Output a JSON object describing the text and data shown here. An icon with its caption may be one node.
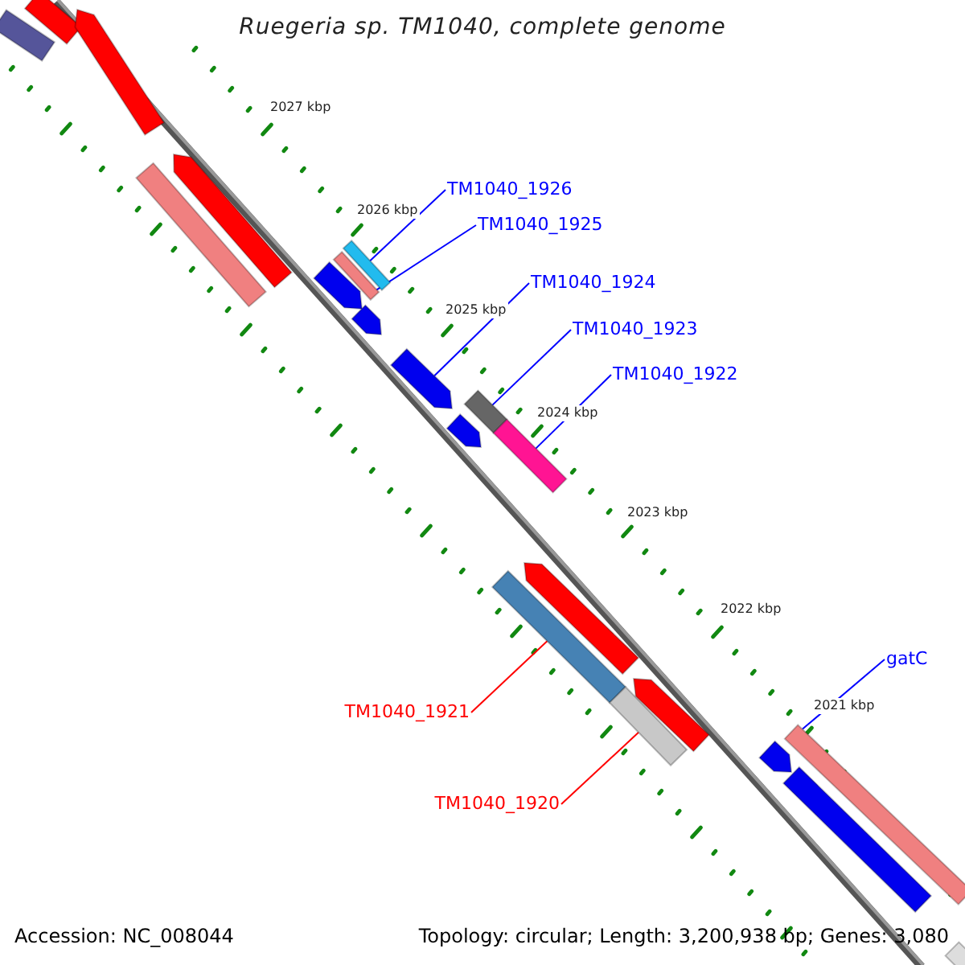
{
  "diagram": {
    "title": "Ruegeria sp. TM1040, complete genome",
    "nodes": [
      {
        "text": [
          "TM1040_1926"
        ]
      },
      {
        "text": [
          "TM1040_1925"
        ]
      },
      {
        "text": [
          "TM1040_1924"
        ]
      },
      {
        "text": [
          "TM1040_1923"
        ]
      },
      {
        "text": [
          "TM1040_1922"
        ]
      },
      {
        "text": [
          "gatC"
        ]
      },
      {
        "text": [
          "TM1040_1921"
        ]
      },
      {
        "text": [
          "TM1040_1920"
        ]
      },
      {
        "text": [],
        "shape": "bar"
      },
      {
        "text": [],
        "shape": "bar"
      },
      {
        "text": [],
        "shape": "bar"
      },
      {
        "text": [],
        "shape": "bar"
      },
      {
        "text": [],
        "shape": "bar"
      },
      {
        "text": [],
        "shape": "bar"
      },
      {
        "text": [],
        "shape": "bar"
      },
      {
        "text": [],
        "shape": "bar"
      },
      {
        "text": [],
        "shape": "bar"
      },
      {
        "text": [],
        "shape": "bar"
      },
      {
        "text": [],
        "shape": "bar"
      },
      {
        "text": [],
        "shape": "bar"
      },
      {
        "text": [],
        "shape": "bar"
      },
      {
        "text": [],
        "shape": "bar"
      },
      {
        "text": [],
        "shape": "bar"
      },
      {
        "text": [],
        "shape": "bar"
      },
      {
        "text": [],
        "shape": "bar"
      },
      {
        "text": [],
        "shape": "bar"
      },
      {
        "text": [],
        "shape": "bar"
      },
      {
        "text": [],
        "shape": "bar"
      },
      {
        "text": [],
        "shape": "bar"
      }
    ],
    "edges": [
      {
        "from": 0,
        "to": 8,
        "arrow": "none"
      },
      {
        "from": 1,
        "to": 9,
        "arrow": "none"
      },
      {
        "from": 2,
        "to": 10,
        "arrow": "none"
      },
      {
        "from": 3,
        "to": 11,
        "arrow": "none"
      },
      {
        "from": 4,
        "to": 12,
        "arrow": "none"
      },
      {
        "from": 5,
        "to": 13,
        "arrow": "none"
      },
      {
        "from": 6,
        "to": 14,
        "arrow": "none",
        "color": "#ff0000"
      },
      {
        "from": 7,
        "to": 15,
        "arrow": "none",
        "color": "#ff0000"
      }
    ],
    "labels": [
      "2027 kbp",
      "2026 kbp",
      "2025 kbp",
      "2024 kbp",
      "2023 kbp",
      "2022 kbp",
      "2021 kbp",
      "Accession: NC_008044",
      "Topology: circular; Length: 3,200,938 bp; Genes: 3,080"
    ]
  }
}
